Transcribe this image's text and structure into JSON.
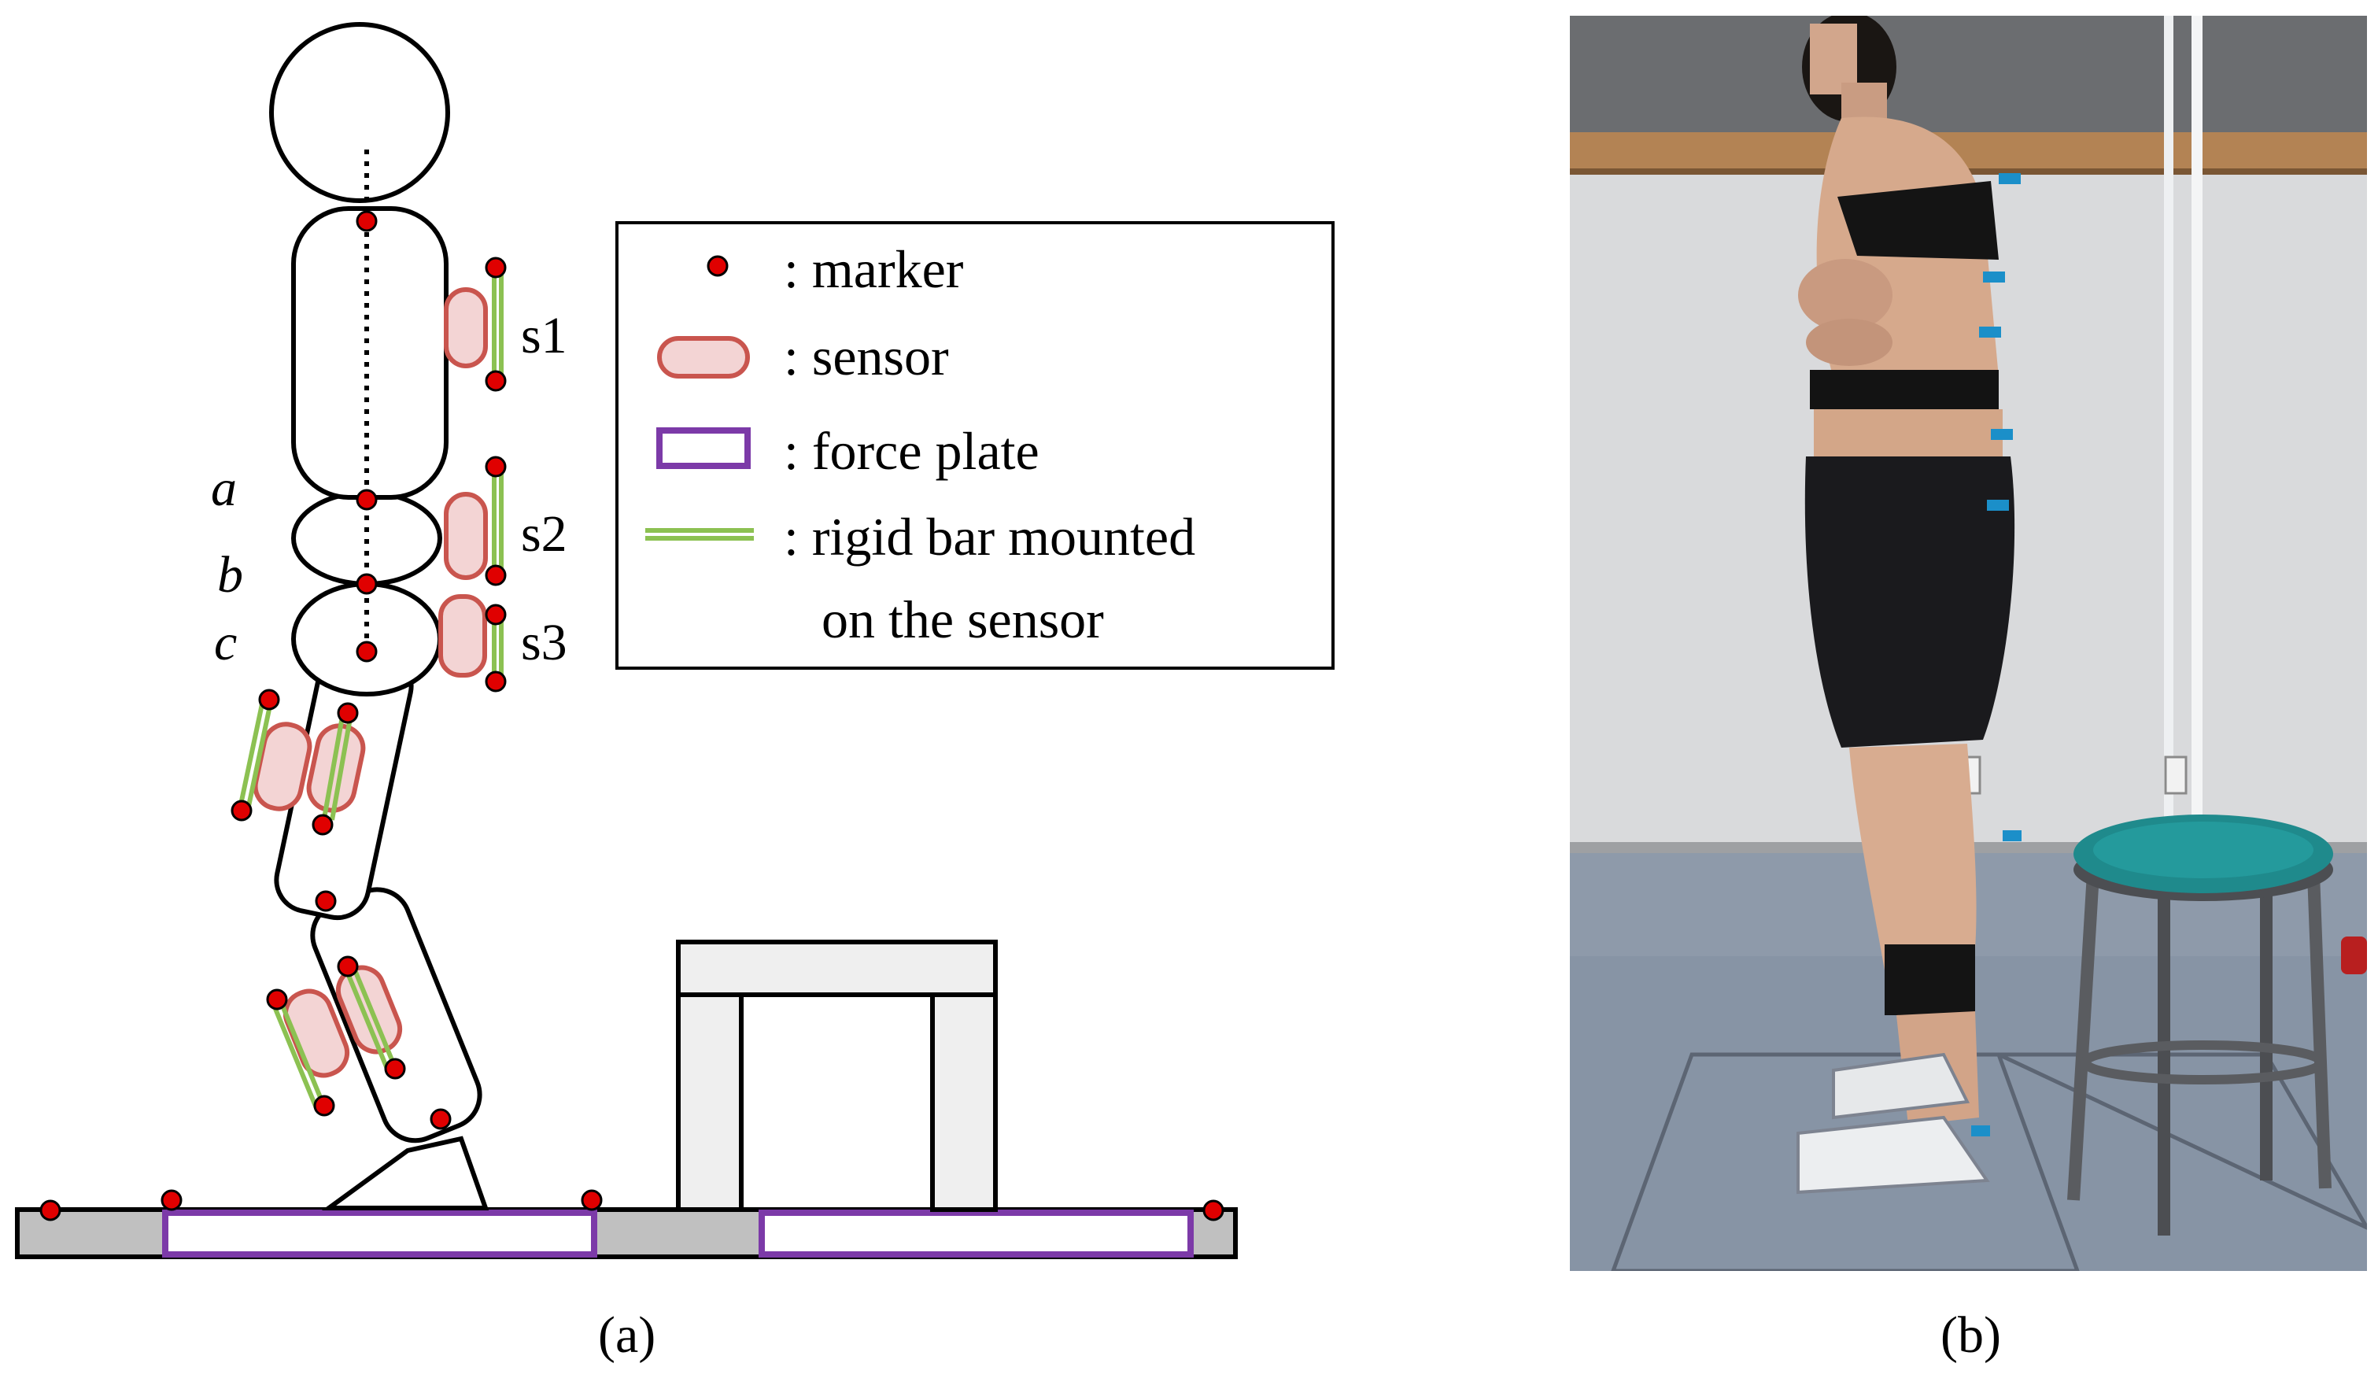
{
  "panel_a": {
    "caption": "(a)",
    "segment_labels": {
      "a": "a",
      "b": "b",
      "c": "c"
    },
    "sensor_labels": {
      "s1": "s1",
      "s2": "s2",
      "s3": "s3"
    },
    "legend": {
      "marker": ": marker",
      "sensor": ": sensor",
      "force_plate": ": force plate",
      "rigid_bar_line1": ": rigid bar mounted",
      "rigid_bar_line2": "on the sensor"
    }
  },
  "panel_b": {
    "caption": "(b)"
  },
  "colors": {
    "marker": "#e00000",
    "sensor_fill": "#f3d4d4",
    "sensor_stroke": "#c9554e",
    "rigid_bar": "#8cc152",
    "force_plate": "#7c3aa8",
    "floor": "#c0c0c0",
    "stool": "#efefef"
  }
}
